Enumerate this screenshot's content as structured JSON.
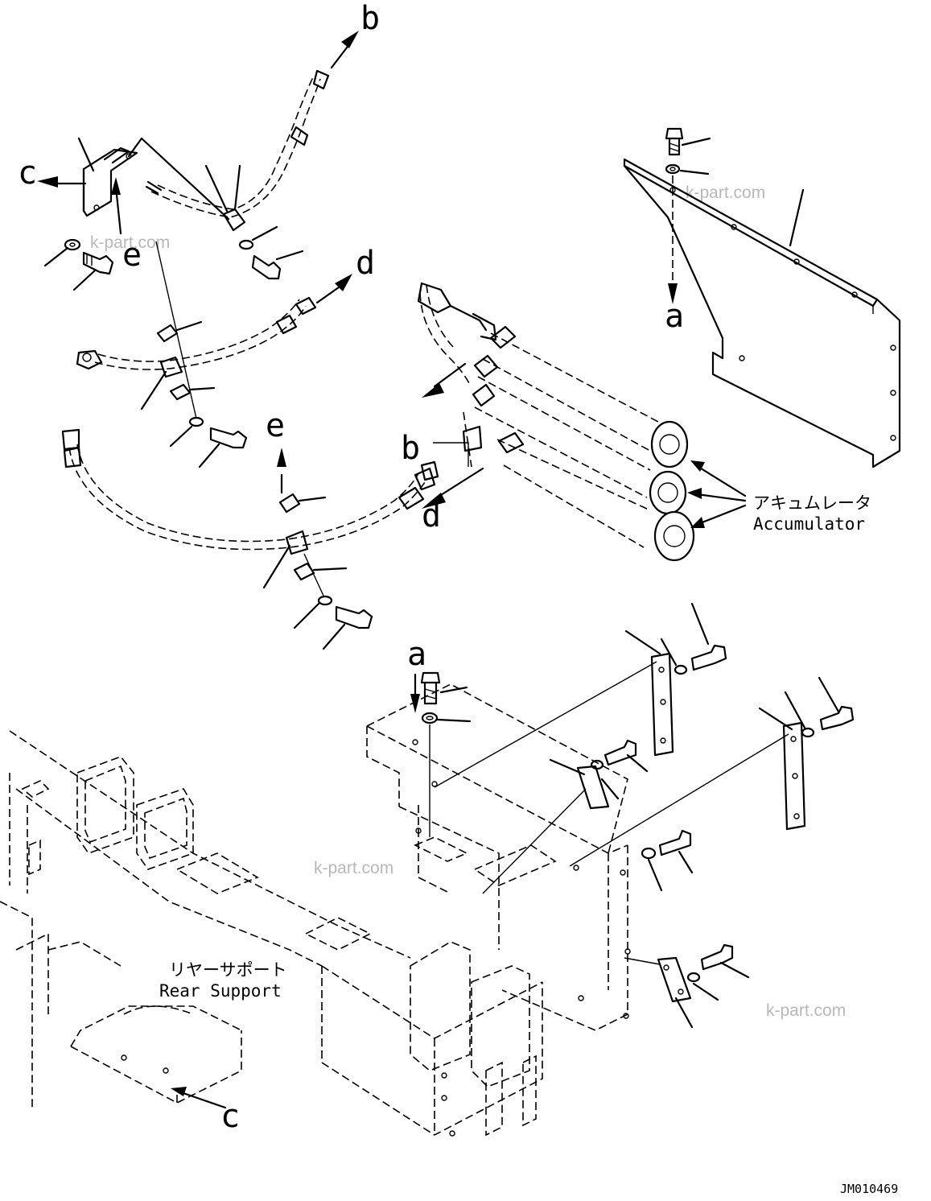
{
  "callouts": {
    "a_top": "a",
    "a_bottom": "a",
    "b_top": "b",
    "b_mid": "b",
    "c_left": "c",
    "c_bottom": "c",
    "d_top": "d",
    "d_mid": "d",
    "e_left": "e",
    "e_mid": "e"
  },
  "labels": {
    "accumulator_jp": "アキュムレータ",
    "accumulator_en": "Accumulator",
    "rear_support_jp": "リヤーサポート",
    "rear_support_en": "Rear Support"
  },
  "drawing_number": "JM010469",
  "watermark": "k-part.com"
}
